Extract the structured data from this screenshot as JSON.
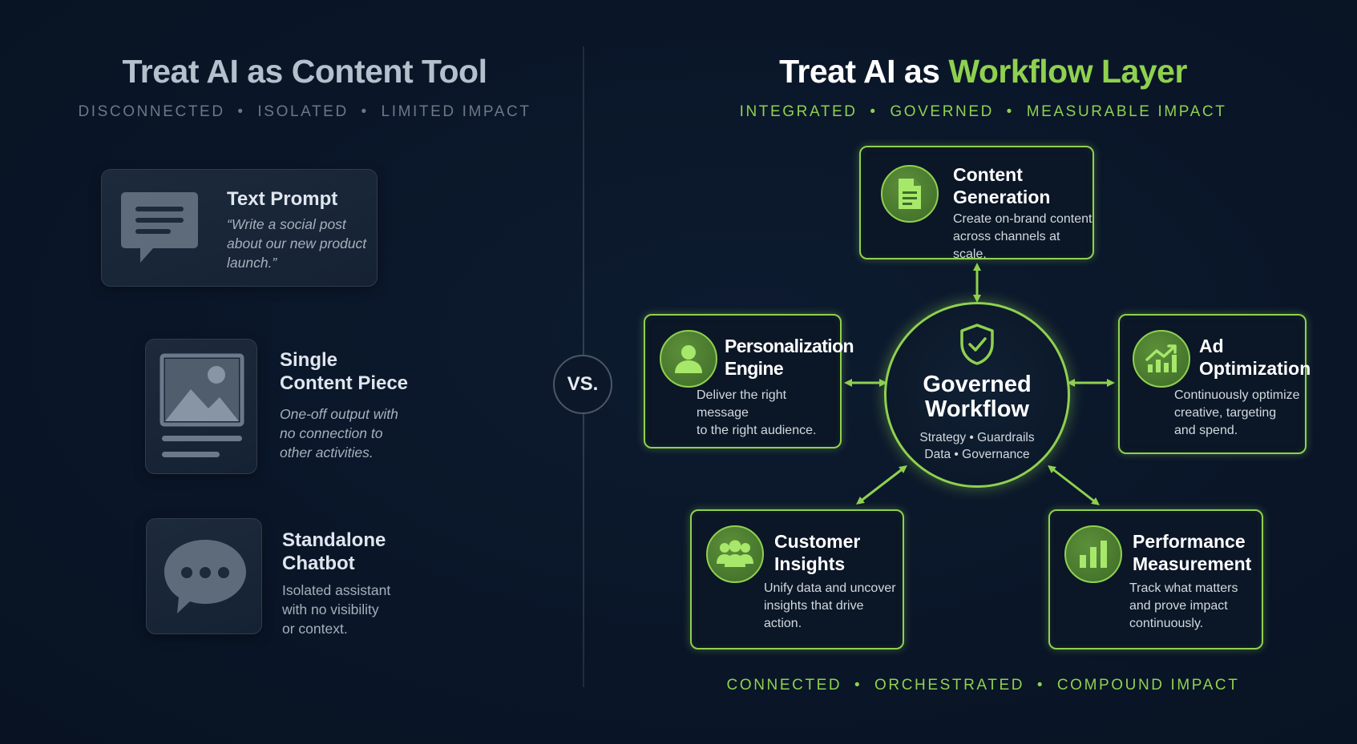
{
  "left": {
    "title": "Treat AI as Content Tool",
    "subtitle": "DISCONNECTED  •  ISOLATED  •  LIMITED IMPACT",
    "cards": [
      {
        "icon": "chat-lines-icon",
        "title": "Text Prompt",
        "body": [
          "“Write a social post",
          "about our new product",
          "launch.”"
        ]
      },
      {
        "icon": "image-document-icon",
        "title": [
          "Single",
          "Content Piece"
        ],
        "body": [
          "One-off output with",
          "no connection to",
          "other activities."
        ]
      },
      {
        "icon": "chat-dots-icon",
        "title": [
          "Standalone",
          "Chatbot"
        ],
        "body": [
          "Isolated assistant",
          "with no visibility",
          "or context."
        ]
      }
    ]
  },
  "vs_label": "VS.",
  "right": {
    "title_prefix": "Treat AI as ",
    "title_accent": "Workflow Layer",
    "subtitle": "INTEGRATED  •  GOVERNED  •  MEASURABLE IMPACT",
    "hub": {
      "icon": "shield-check-icon",
      "title": [
        "Governed",
        "Workflow"
      ],
      "lines": [
        "Strategy • Guardrails",
        "Data • Governance"
      ]
    },
    "nodes": {
      "content": {
        "icon": "document-icon",
        "title": [
          "Content",
          "Generation"
        ],
        "body": [
          "Create on-brand content",
          "across channels at scale."
        ]
      },
      "personalization": {
        "icon": "user-icon",
        "title": [
          "Personalization",
          "Engine"
        ],
        "body": [
          "Deliver the right message",
          "to the right audience."
        ]
      },
      "ad": {
        "icon": "trend-up-chart-icon",
        "title": [
          "Ad",
          "Optimization"
        ],
        "body": [
          "Continuously optimize",
          "creative, targeting",
          "and spend."
        ]
      },
      "insights": {
        "icon": "users-group-icon",
        "title": [
          "Customer",
          "Insights"
        ],
        "body": [
          "Unify data and uncover",
          "insights that drive",
          "action."
        ]
      },
      "performance": {
        "icon": "bar-chart-icon",
        "title": [
          "Performance",
          "Measurement"
        ],
        "body": [
          "Track what matters",
          "and prove impact",
          "continuously."
        ]
      }
    },
    "footer": "CONNECTED  •  ORCHESTRATED  •  COMPOUND IMPACT"
  },
  "colors": {
    "accent": "#8fd14f",
    "background": "#0a1628",
    "muted": "#6c7886"
  }
}
